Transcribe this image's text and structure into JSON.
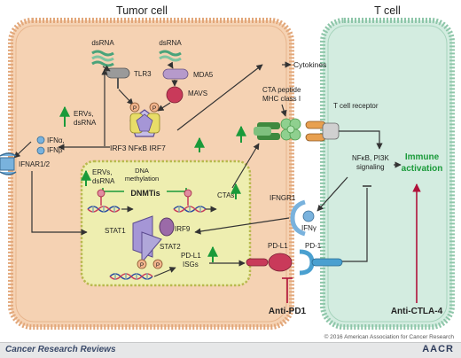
{
  "cells": {
    "tumor": "Tumor cell",
    "tcell": "T cell"
  },
  "labels": {
    "dsrna_left": "dsRNA",
    "dsrna_right": "dsRNA",
    "tlr3": "TLR3",
    "mda5": "MDA5",
    "mavs": "MAVS",
    "cytokines": "Cytokines",
    "cta_peptide": "CTA peptide",
    "mhc_class1": "MHC class I",
    "t_cell_receptor": "T cell receptor",
    "ervs_dsrna_top_1": "ERVs,",
    "ervs_dsrna_top_2": "dsRNA",
    "ifna": "IFNα,",
    "ifnb": "IFNβ",
    "irf_row": "IRF3 NFκB IRF7",
    "ifnar": "IFNAR1/2",
    "ervs_dsrna_inner_1": "ERVs,",
    "ervs_dsrna_inner_2": "dsRNA",
    "dna_methylation_1": "DNA",
    "dna_methylation_2": "methylation",
    "dnmtis": "DNMTis",
    "ctas": "CTAs",
    "nfkb_1": "NFκB, PI3K",
    "nfkb_2": "signaling",
    "immune_1": "Immune",
    "immune_2": "activation",
    "ifngr1": "IFNGR1",
    "ifng": "IFNγ",
    "irf9": "IRF9",
    "stat1": "STAT1",
    "stat2": "STAT2",
    "pdl1_isgs_1": "PD-L1",
    "pdl1_isgs_2": "ISGs",
    "pdl1": "PD-L1",
    "pd1": "PD-1",
    "anti_pd1": "Anti-PD1",
    "anti_ctla4": "Anti-CTLA-4",
    "copyright": "© 2016 American Association for Cancer Research",
    "journal": "Cancer Research Reviews",
    "aacr": "AACR",
    "p": "P"
  },
  "colors": {
    "tumor_fill": "#f5d2b3",
    "tumor_border": "#e2a77a",
    "tcell_fill": "#d3ece0",
    "tcell_border": "#8ec6a9",
    "nucleus_fill": "#eeeeb0",
    "nucleus_border": "#b8b94e",
    "green_up": "#1a9a3a",
    "red_inhibit": "#b0123a",
    "immune_text": "#1a9a3a",
    "arrow": "#333333"
  }
}
